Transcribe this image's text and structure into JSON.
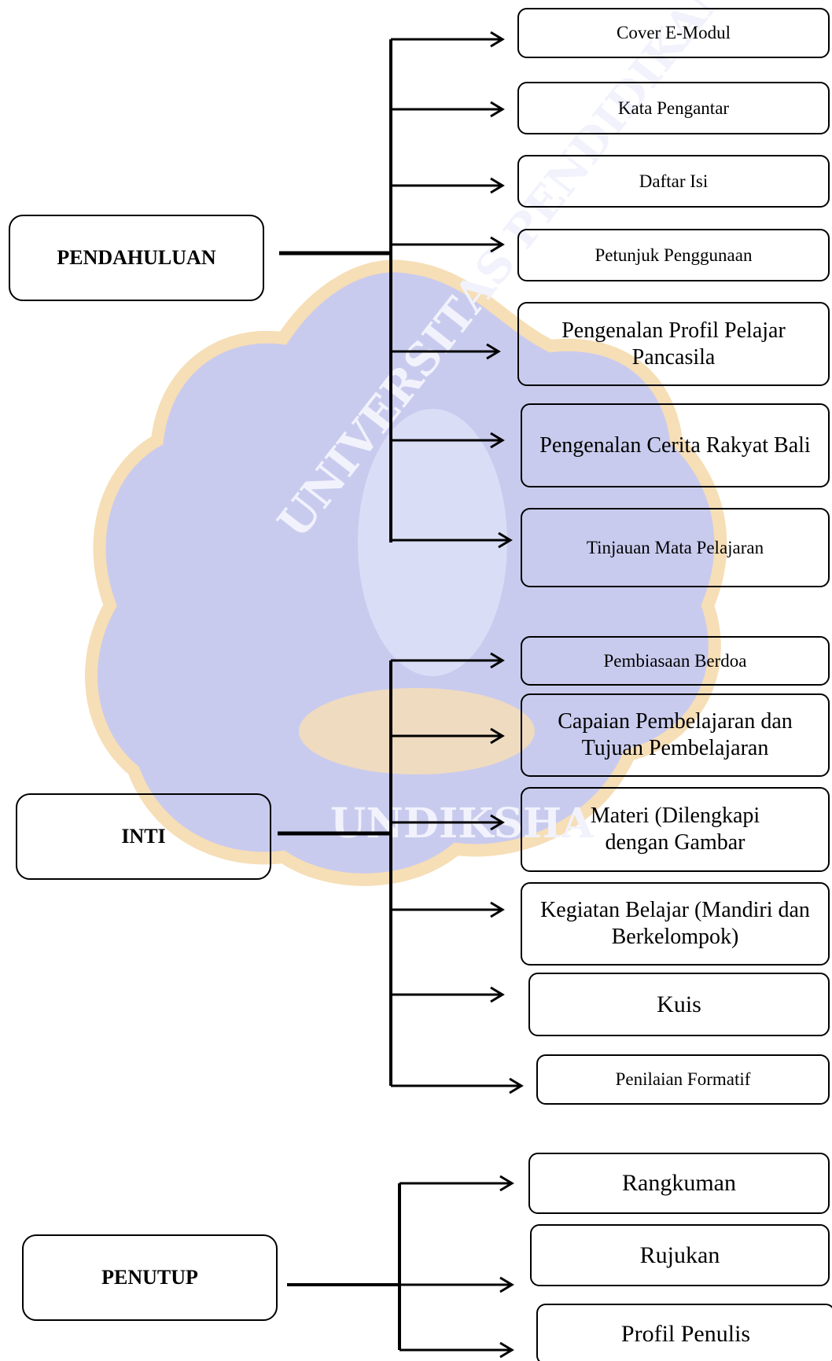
{
  "watermark": {
    "text_top": "UNIVERSITAS PENDIDIKAN",
    "text_bottom": "UNDIKSHA",
    "colors": {
      "shield": "#c9cbee",
      "border": "#f6deb6",
      "petal": "#fbe0b0"
    }
  },
  "sections": [
    {
      "label": "PENDAHULUAN",
      "items": [
        "Cover E-Modul",
        "Kata Pengantar",
        "Daftar Isi",
        "Petunjuk Penggunaan",
        "Pengenalan Profil Pelajar Pancasila",
        "Pengenalan Cerita Rakyat Bali",
        "Tinjauan Mata Pelajaran"
      ]
    },
    {
      "label": "INTI",
      "items": [
        "Pembiasaan Berdoa",
        "Capaian Pembelajaran dan Tujuan Pembelajaran",
        "Materi (Dilengkapi dengan Gambar",
        "Kegiatan Belajar (Mandiri dan Berkelompok)",
        "Kuis",
        "Penilaian Formatif"
      ]
    },
    {
      "label": "PENUTUP",
      "items": [
        "Rangkuman",
        "Rujukan",
        "Profil Penulis"
      ]
    }
  ]
}
